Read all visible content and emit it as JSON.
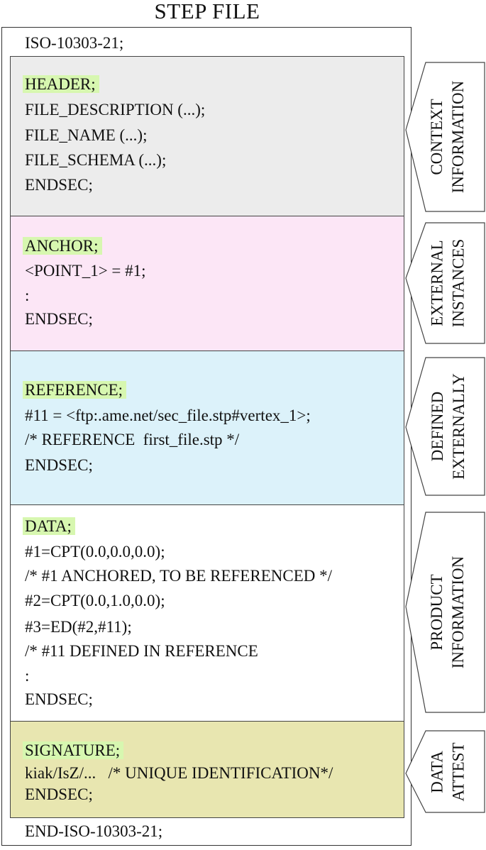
{
  "title": "STEP FILE",
  "iso_start": "ISO-10303-21;",
  "iso_end": "END-ISO-10303-21;",
  "sections": [
    {
      "keyword": "HEADER;",
      "color": "#ececec",
      "lines": [
        "FILE_DESCRIPTION (...);",
        "FILE_NAME (...);",
        "FILE_SCHEMA (...);",
        "ENDSEC;"
      ],
      "callout": [
        "CONTEXT",
        "INFORMATION"
      ]
    },
    {
      "keyword": "ANCHOR;",
      "color": "#fce6f6",
      "lines": [
        "<POINT_1> = #1;",
        ":",
        "ENDSEC;"
      ],
      "callout": [
        "EXTERNAL",
        "INSTANCES"
      ]
    },
    {
      "keyword": "REFERENCE;",
      "color": "#dcf2fa",
      "lines": [
        "#11 = <ftp:.ame.net/sec_file.stp#vertex_1>;",
        "/* REFERENCE  first_file.stp */",
        "ENDSEC;"
      ],
      "callout": [
        "DEFINED",
        "EXTERNALLY"
      ]
    },
    {
      "keyword": "DATA;",
      "color": "#ffffff",
      "lines": [
        "#1=CPT(0.0,0.0,0.0);",
        "/* #1 ANCHORED, TO BE REFERENCED */",
        "#2=CPT(0.0,1.0,0.0);",
        "#3=ED(#2,#11);",
        "/* #11 DEFINED IN REFERENCE",
        ":",
        "ENDSEC;"
      ],
      "callout": [
        "PRODUCT",
        "INFORMATION"
      ]
    },
    {
      "keyword": "SIGNATURE;",
      "color": "#e8e6b0",
      "lines": [
        "kiak/IsZ/...   /* UNIQUE IDENTIFICATION*/",
        "ENDSEC;"
      ],
      "callout": [
        "DATA",
        "ATTEST"
      ]
    }
  ],
  "colors": {
    "keyword_highlight": "#d7f7b0",
    "border": "#444444"
  }
}
